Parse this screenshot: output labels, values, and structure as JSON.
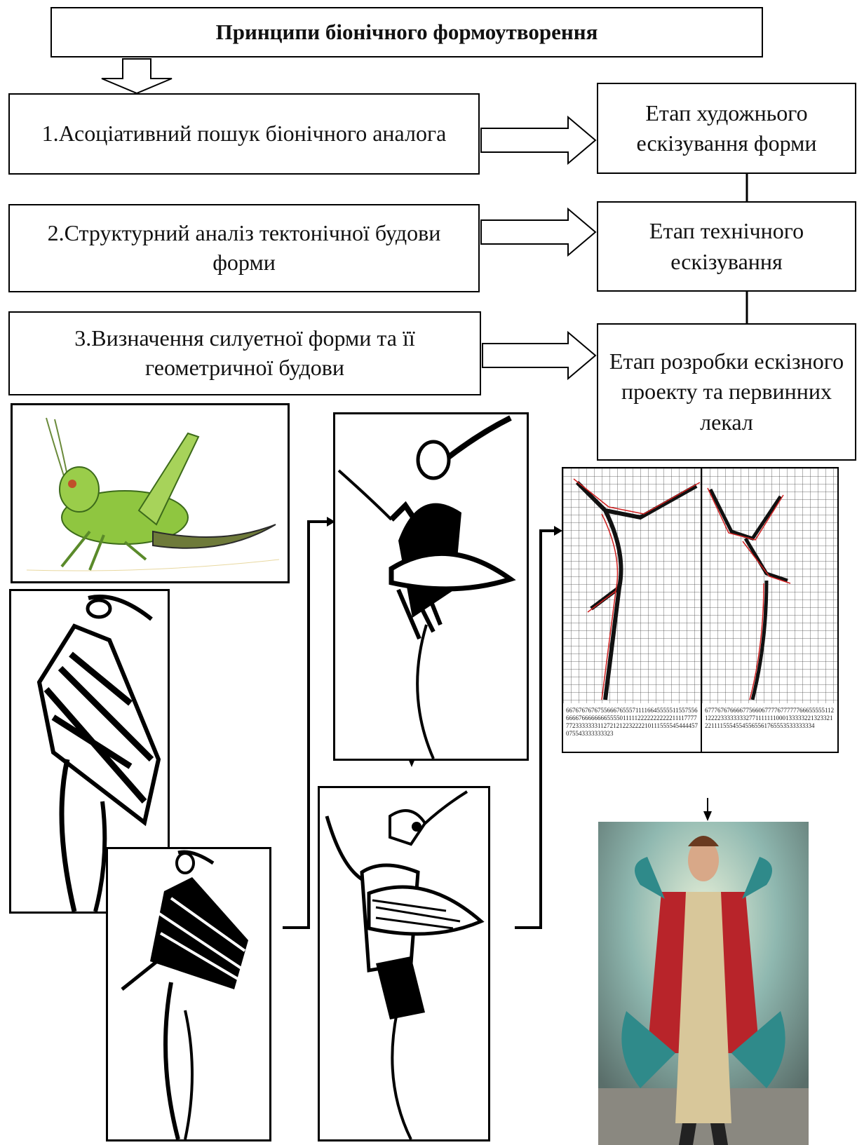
{
  "title": "Принципи біонічного формоутворення",
  "principles": [
    "1.Асоціативний пошук біонічного аналога",
    "2.Структурний аналіз тектонічної будови форми",
    "3.Визначення силуетної форми та її геометричної будови"
  ],
  "stages": [
    "Етап художнього ескізування форми",
    "Етап технічного ескізування",
    "Етап розробки ескізного проекту та первинних лекал"
  ],
  "images": {
    "grasshopper": "grasshopper-drawing",
    "sketch_a": "abstract-sketch",
    "sketch_b": "abstract-sketch",
    "figure_sketch_1": "figure-sketch",
    "figure_sketch_2": "figure-sketch",
    "pattern_grid": "pattern-grid",
    "runway_photo": "runway-photo"
  },
  "grid_numbers": {
    "left": "667676767675566676555711116645555511557556666676666666655550111112222222222211117777772333333311272121223222210111555545444457075543333333323",
    "right": "677767676666775660677776777777666555551121222233333333277111111100013333322132332122111155545545565561765553533333334"
  }
}
